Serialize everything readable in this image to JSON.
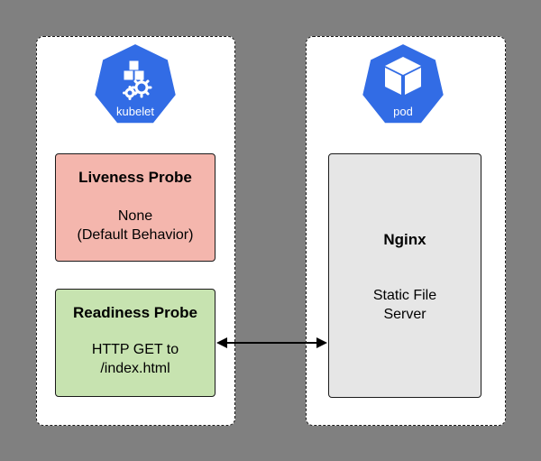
{
  "kubelet": {
    "label": "kubelet"
  },
  "pod": {
    "label": "pod"
  },
  "liveness": {
    "title": "Liveness Probe",
    "line1": "None",
    "line2": "(Default Behavior)"
  },
  "readiness": {
    "title": "Readiness Probe",
    "line1": "HTTP GET to",
    "line2": "/index.html"
  },
  "nginx": {
    "title": "Nginx",
    "line1": "Static File",
    "line2": "Server"
  },
  "colors": {
    "background": "#808080",
    "kubernetes_blue": "#326ce5",
    "liveness_fill": "#f4b6ad",
    "readiness_fill": "#c7e3b0",
    "nginx_fill": "#e6e6e6"
  }
}
